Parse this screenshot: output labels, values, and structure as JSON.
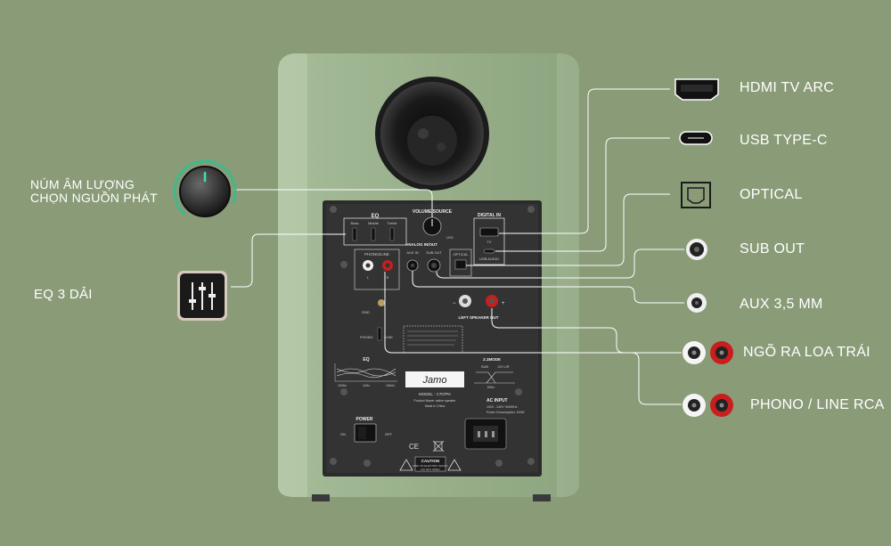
{
  "labels": {
    "volume_line1": "NÚM ÂM LƯỢNG",
    "volume_line2": "CHỌN NGUỒN PHÁT",
    "eq": "EQ 3 DẢI",
    "hdmi": "HDMI TV ARC",
    "usb": "USB TYPE-C",
    "optical": "OPTICAL",
    "sub_out": "SUB OUT",
    "aux": "AUX 3,5 MM",
    "speaker_out": "NGÕ RA LOA TRÁI",
    "phono": "PHONO / LINE RCA"
  },
  "panel": {
    "eq_title": "EQ",
    "eq_bass": "Bass",
    "eq_middle": "Middle",
    "eq_treble": "Treble",
    "volume_source": "VOLUME/SOURCE",
    "led_on": "LED",
    "digital_in": "DIGITAL IN",
    "tv": "TV",
    "usb_audio": "USB AUDIO",
    "optical": "OPTICAL",
    "analog_inout": "ANALOG IN/OUT",
    "aux_in": "AUX IN",
    "sub_out": "SUB OUT",
    "phono_line": "PHONO/LINE",
    "l": "L",
    "r": "R",
    "gnd": "GND",
    "phono": "PHONO",
    "line": "LINE",
    "left_speaker_out": "LEFT SPEAKER OUT",
    "minus": "−",
    "plus": "+",
    "eq_graph": "EQ",
    "eq_100": "100Hz",
    "eq_1k": "1kHz",
    "eq_10k": "10kHz",
    "mode_title": "2.1MODE",
    "mode_sub": "SUB",
    "mode_ch": "CH L/R",
    "mode_80": "80Hz",
    "brand": "Jamo",
    "model": "MODEL : C707PA",
    "product": "Product Name: active speaker",
    "made": "Made in China",
    "ac_input": "AC INPUT",
    "ac_spec1": "100V - 240V~50/60Hz",
    "ac_spec2": "Power Consumption: 120W",
    "power": "POWER",
    "on": "ON",
    "off": "OFF",
    "caution": "CAUTION",
    "caution1": "RISK OF ELECTRIC SHOCK",
    "caution2": "DO NOT OPEN",
    "ce": "CE"
  },
  "colors": {
    "background": "#8a9b78",
    "cabinet": "#9cb38f",
    "panel": "#2b2b2b",
    "rca_red": "#c81e1e",
    "line": "#ffffff"
  },
  "icons": [
    "knob-icon",
    "eq-sliders-icon",
    "hdmi-icon",
    "usb-c-icon",
    "optical-icon",
    "jack-icon",
    "rca-icon"
  ]
}
